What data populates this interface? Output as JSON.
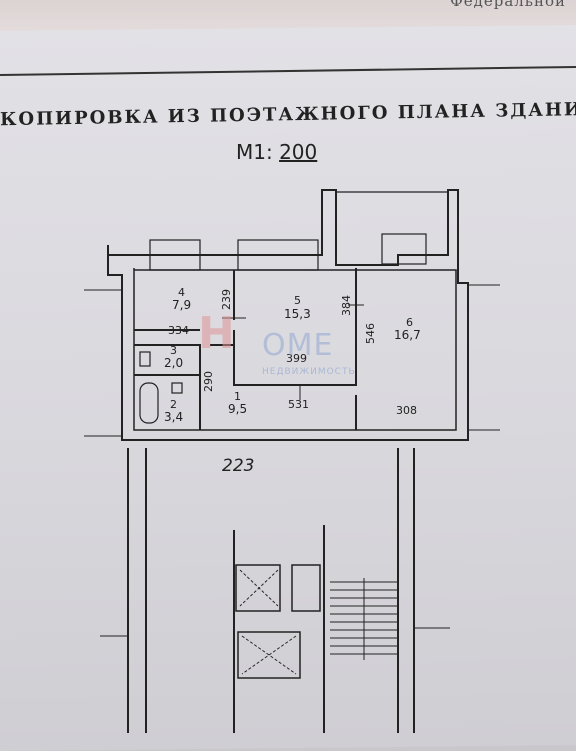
{
  "document": {
    "top_fragment": "Федеральной",
    "title": "КОПИРОВКА ИЗ ПОЭТАЖНОГО ПЛАНА ЗДАНИ",
    "scale_prefix": "М1:",
    "scale_value": "200"
  },
  "rooms": [
    {
      "number": "4",
      "area": "7,9"
    },
    {
      "number": "5",
      "area": "15,3"
    },
    {
      "number": "6",
      "area": "16,7"
    },
    {
      "number": "3",
      "area": "2,0"
    },
    {
      "number": "2",
      "area": "3,4"
    },
    {
      "number": "1",
      "area": "9,5"
    }
  ],
  "dimensions": {
    "d239": "239",
    "d384": "384",
    "d546": "546",
    "d334": "334",
    "d399": "399",
    "d290": "290",
    "d531": "531",
    "d308": "308",
    "d223": "223"
  },
  "watermark": {
    "logo": "H",
    "brand": "OME",
    "sub": "НЕДВИЖИМОСТЬ"
  }
}
